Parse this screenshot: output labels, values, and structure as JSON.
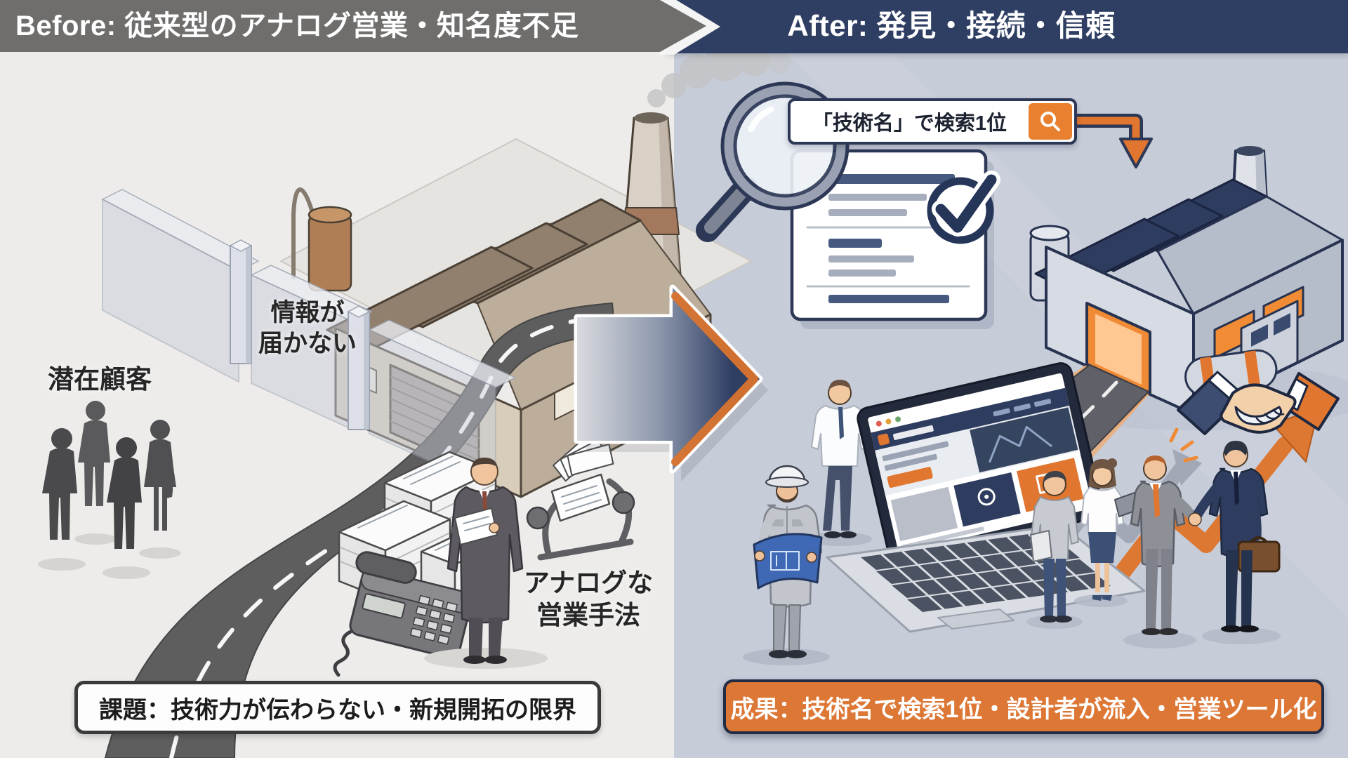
{
  "header": {
    "before_label": "Before: 従来型のアナログ営業・知名度不足",
    "after_label": "After: 発見・接続・信頼"
  },
  "before_panel": {
    "wall_label_line1": "情報が",
    "wall_label_line2": "届かない",
    "customers_label": "潜在顧客",
    "analog_label_line1": "アナログな",
    "analog_label_line2": "営業手法",
    "caption": "課題：技術力が伝わらない・新規開拓の限界"
  },
  "after_panel": {
    "search_query": "「技術名」で検索1位",
    "caption": "成果：技術名で検索1位・設計者が流入・営業ツール化"
  },
  "colors": {
    "header_gray": "#6f6e6c",
    "header_navy": "#2f3e63",
    "left_bg": "#edecea",
    "right_bg": "#c7ccd9",
    "accent_orange": "#e0772f",
    "navy": "#2e3d5f",
    "road_gray": "#5e5e5e",
    "caption_border_dark": "#3a3a3a"
  }
}
